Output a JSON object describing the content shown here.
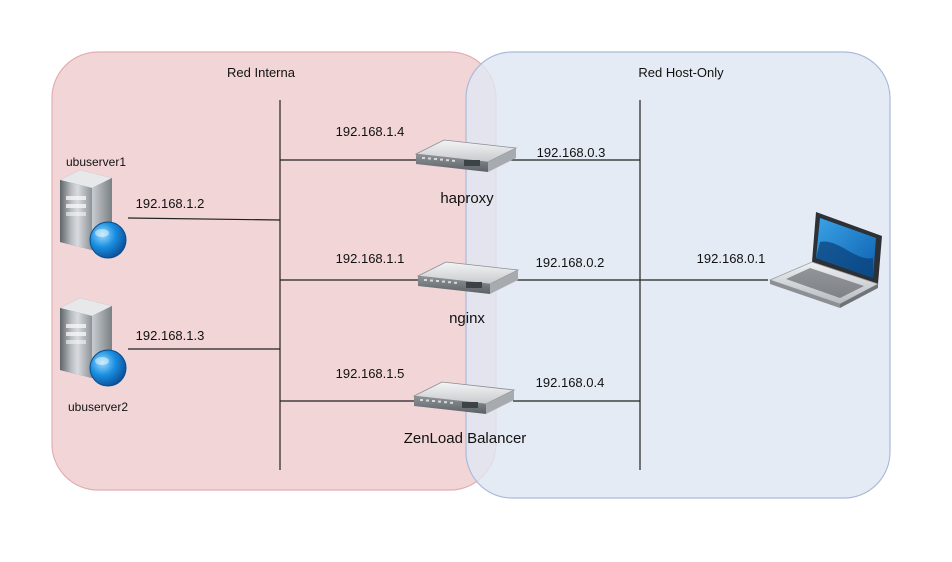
{
  "zones": {
    "internal": {
      "title": "Red Interna",
      "fill": "#f2d6d7",
      "stroke": "#e3aeb0"
    },
    "hostonly": {
      "title": "Red Host-Only",
      "fill": "#dfe6f1",
      "stroke": "#a9bbda"
    }
  },
  "hosts": {
    "ubuserver1": {
      "name": "ubuserver1",
      "ip": "192.168.1.2"
    },
    "ubuserver2": {
      "name": "ubuserver2",
      "ip": "192.168.1.3"
    }
  },
  "balancers": {
    "haproxy": {
      "name": "haproxy",
      "ip_internal": "192.168.1.4",
      "ip_hostonly": "192.168.0.3"
    },
    "nginx": {
      "name": "nginx",
      "ip_internal": "192.168.1.1",
      "ip_hostonly": "192.168.0.2"
    },
    "zenload": {
      "name": "ZenLoad Balancer",
      "ip_internal": "192.168.1.5",
      "ip_hostonly": "192.168.0.4"
    }
  },
  "client": {
    "icon": "laptop-icon",
    "ip": "192.168.0.1"
  },
  "icons": {
    "server": "server-icon",
    "network": "network-globe-icon",
    "appliance": "rack-appliance-icon"
  }
}
